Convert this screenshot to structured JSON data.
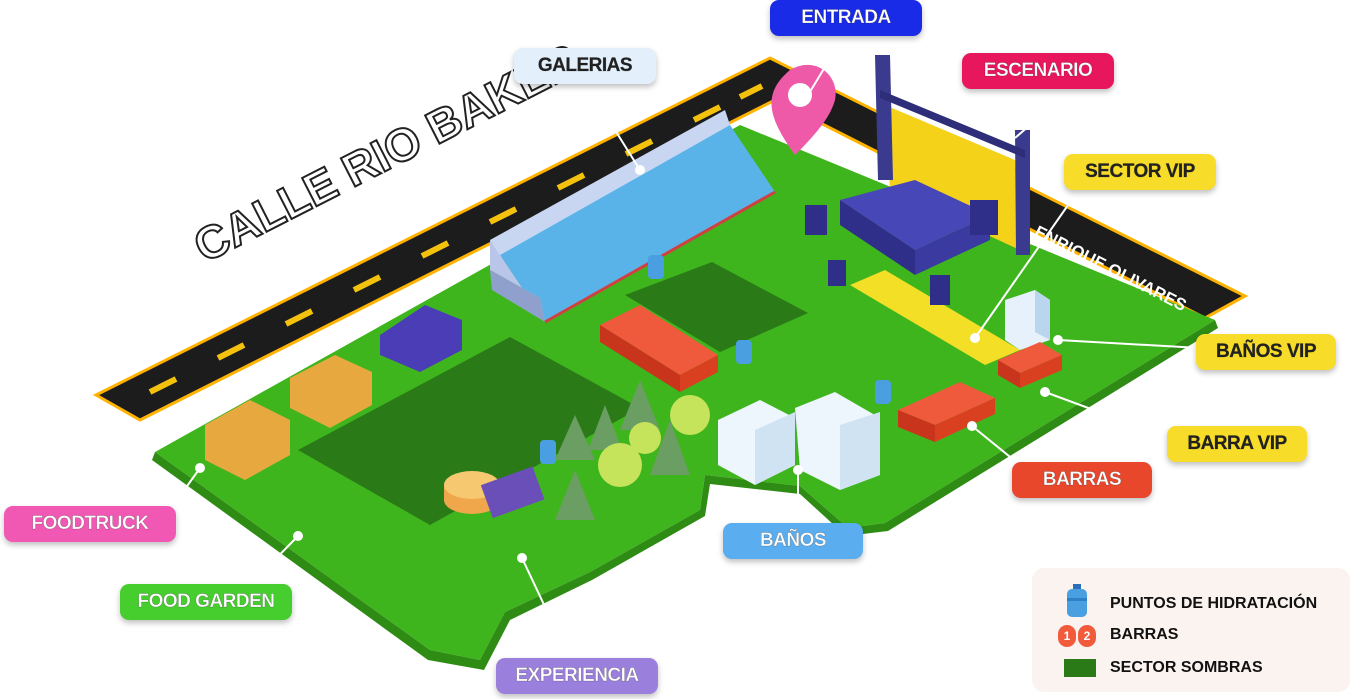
{
  "streets": {
    "main": "CALLE RIO BAKER",
    "side": "ENRIQUE OLIVARES"
  },
  "labels": {
    "entrada": "ENTRADA",
    "galerias": "GALERIAS",
    "escenario": "ESCENARIO",
    "sector_vip": "SECTOR VIP",
    "banos_vip": "BAÑOS VIP",
    "barra_vip": "BARRA VIP",
    "barras": "BARRAS",
    "banos": "BAÑOS",
    "foodtruck": "FOODTRUCK",
    "food_garden": "FOOD GARDEN",
    "experiencia": "EXPERIENCIA"
  },
  "legend": {
    "hydration": "PUNTOS DE HIDRATACIÓN",
    "bars": "BARRAS",
    "bars_num_1": "1",
    "bars_num_2": "2",
    "shade": "SECTOR SOMBRAS"
  },
  "colors": {
    "grass": "#3fb51d",
    "shade": "#2a7a18",
    "road": "#1c1c1c",
    "entrada": "#1a2be8",
    "galerias": "#e3f0fb",
    "escenario": "#e8175d",
    "yellow_tag": "#f7dd2a",
    "barras": "#e8472c",
    "banos": "#5aaef0",
    "foodtruck": "#f058b4",
    "food_garden": "#46cd2e",
    "experiencia": "#9b7fdc"
  }
}
